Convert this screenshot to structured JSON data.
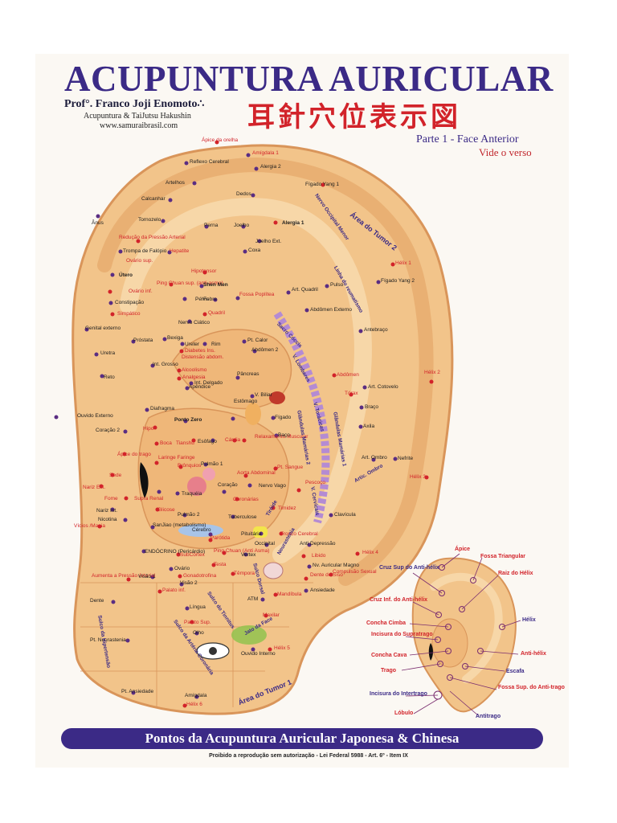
{
  "header": {
    "title": "ACUPUNTURA AURICULAR",
    "author": "Prof°. Franco Joji Enomoto∴",
    "affiliation": "Acupuntura & TaiJutsu Hakushin",
    "website": "www.samuraibrasil.com",
    "kanji_title": "耳針穴位表示図",
    "part": "Parte 1 - Face Anterior",
    "see_back": "Vide o verso"
  },
  "colors": {
    "brand": "#3b2a86",
    "accent": "#d2232a",
    "skin": "#f2c48a",
    "skin_dark": "#d9955a"
  },
  "ear_points": [
    {
      "id": "apice-orelha",
      "label": "Ápice da orelha",
      "red": true
    },
    {
      "id": "amigdala-1",
      "label": "Amígdala 1",
      "red": true
    },
    {
      "id": "reflexo-cerebral",
      "label": "Reflexo Cerebral",
      "red": false
    },
    {
      "id": "alergia-2",
      "label": "Alergia 2",
      "red": false
    },
    {
      "id": "artelhos",
      "label": "Artelhos",
      "red": false
    },
    {
      "id": "calcanhar",
      "label": "Calcanhar",
      "red": false
    },
    {
      "id": "dedos",
      "label": "Dedos",
      "red": false
    },
    {
      "id": "figado-yang-1",
      "label": "Fígado Yang 1",
      "red": false
    },
    {
      "id": "anus",
      "label": "Ânus",
      "red": false
    },
    {
      "id": "tornozelo",
      "label": "Tornozelo",
      "red": false
    },
    {
      "id": "perna",
      "label": "Perna",
      "red": false
    },
    {
      "id": "joelho",
      "label": "Joelho",
      "red": false
    },
    {
      "id": "alergia-1",
      "label": "Alergia 1",
      "red": false
    },
    {
      "id": "reducao-pressao",
      "label": "Redução da Pressão Arterial",
      "red": true
    },
    {
      "id": "trompa",
      "label": "Trompa de Falópio",
      "red": false
    },
    {
      "id": "ovario-sup",
      "label": "Ovário sup.",
      "red": true
    },
    {
      "id": "hepatite",
      "label": "Hepatite",
      "red": true
    },
    {
      "id": "joelho-ext",
      "label": "Joelho Ext.",
      "red": false
    },
    {
      "id": "coxa",
      "label": "Coxa",
      "red": false
    },
    {
      "id": "helix-1",
      "label": "Hélix 1",
      "red": true
    },
    {
      "id": "utero",
      "label": "Útero",
      "red": false
    },
    {
      "id": "hipotensor",
      "label": "Hipotensor",
      "red": true
    },
    {
      "id": "ping-chuan",
      "label": "Ping Chuan sup. (anti-asma)",
      "red": true
    },
    {
      "id": "shen-men",
      "label": "Shen Men",
      "red": false
    },
    {
      "id": "art-quadril",
      "label": "Art. Quadril",
      "red": false
    },
    {
      "id": "pulso",
      "label": "Pulso",
      "red": false
    },
    {
      "id": "figado-yang-2",
      "label": "Fígado Yang 2",
      "red": false
    },
    {
      "id": "ovario-inf",
      "label": "Ovário inf.",
      "red": true
    },
    {
      "id": "constipacao",
      "label": "Constipação",
      "red": false
    },
    {
      "id": "pelvis",
      "label": "Pélvis",
      "red": false
    },
    {
      "id": "febre",
      "label": "Febre",
      "red": false
    },
    {
      "id": "fossa-poplitea",
      "label": "Fossa Poplítea",
      "red": true
    },
    {
      "id": "abdomen-externo",
      "label": "Abdômen Externo",
      "red": false
    },
    {
      "id": "simpatico",
      "label": "Simpático",
      "red": true
    },
    {
      "id": "quadril",
      "label": "Quadril",
      "red": true
    },
    {
      "id": "nervo-ciatico",
      "label": "Nervo Ciático",
      "red": false
    },
    {
      "id": "genital-externo",
      "label": "Genital externo",
      "red": false
    },
    {
      "id": "prostata",
      "label": "Próstata",
      "red": false
    },
    {
      "id": "bexiga",
      "label": "Bexiga",
      "red": false
    },
    {
      "id": "ureter",
      "label": "Ureter",
      "red": false
    },
    {
      "id": "rim",
      "label": "Rim",
      "red": false
    },
    {
      "id": "pt-calor",
      "label": "Pt. Calor",
      "red": false
    },
    {
      "id": "antebraco",
      "label": "Antebraço",
      "red": false
    },
    {
      "id": "uretra",
      "label": "Uretra",
      "red": false
    },
    {
      "id": "diabetes",
      "label": "Diabetes Ins.",
      "red": true
    },
    {
      "id": "distensao",
      "label": "Distensão abdom.",
      "red": true
    },
    {
      "id": "abdomen-2",
      "label": "Abdômen 2",
      "red": false
    },
    {
      "id": "alcoolismo",
      "label": "Alcoolismo",
      "red": true
    },
    {
      "id": "reto",
      "label": "Reto",
      "red": false
    },
    {
      "id": "int-grosso",
      "label": "Int. Grosso",
      "red": false
    },
    {
      "id": "analgesia",
      "label": "Analgesia",
      "red": true
    },
    {
      "id": "int-delgado",
      "label": "Int. Delgado",
      "red": false
    },
    {
      "id": "pancreas",
      "label": "Pâncreas",
      "red": false
    },
    {
      "id": "apendice",
      "label": "Apêndice",
      "red": false
    },
    {
      "id": "v-biliar",
      "label": "V. Biliar",
      "red": false
    },
    {
      "id": "abdomen",
      "label": "Abdômen",
      "red": true
    },
    {
      "id": "helix-2",
      "label": "Hélix 2",
      "red": true
    },
    {
      "id": "art-cotovelo",
      "label": "Art. Cotovelo",
      "red": false
    },
    {
      "id": "torax",
      "label": "Tórax",
      "red": true
    },
    {
      "id": "ouvido-externo",
      "label": "Ouvido Externo",
      "red": false
    },
    {
      "id": "diafragma",
      "label": "Diafragma",
      "red": false
    },
    {
      "id": "ponto-zero",
      "label": "Ponto Zero",
      "red": false
    },
    {
      "id": "estomago",
      "label": "Estômago",
      "red": false
    },
    {
      "id": "figado",
      "label": "Fígado",
      "red": false
    },
    {
      "id": "braco",
      "label": "Braço",
      "red": false
    },
    {
      "id": "coracao-2",
      "label": "Coração 2",
      "red": false
    },
    {
      "id": "hipo",
      "label": "Hipo",
      "red": true
    },
    {
      "id": "relaxamento",
      "label": "Relaxamento Muscular",
      "red": true
    },
    {
      "id": "axila",
      "label": "Axila",
      "red": false
    },
    {
      "id": "boca",
      "label": "Boca",
      "red": true
    },
    {
      "id": "tianshu",
      "label": "Tianshu",
      "red": true
    },
    {
      "id": "esofago",
      "label": "Esôfago",
      "red": false
    },
    {
      "id": "cardia",
      "label": "Cárdia",
      "red": true
    },
    {
      "id": "baco",
      "label": "Baço",
      "red": false
    },
    {
      "id": "apice-trago",
      "label": "Ápice do trago",
      "red": true
    },
    {
      "id": "laringe",
      "label": "Laringe Faringe",
      "red": true
    },
    {
      "id": "art-ombro",
      "label": "Art. Ombro",
      "red": false
    },
    {
      "id": "nefrite",
      "label": "Nefrite",
      "red": false
    },
    {
      "id": "sede",
      "label": "Sede",
      "red": true
    },
    {
      "id": "bronquios",
      "label": "Brônquios",
      "red": true
    },
    {
      "id": "pulmao-1",
      "label": "Pulmão 1",
      "red": false
    },
    {
      "id": "pt-sangue",
      "label": "Pt. Sangue",
      "red": true
    },
    {
      "id": "helix-3",
      "label": "Hélix 3",
      "red": true
    },
    {
      "id": "aorta",
      "label": "Aorta Abdominal",
      "red": true
    },
    {
      "id": "nariz-ext",
      "label": "Nariz Ext.",
      "red": true
    },
    {
      "id": "fome",
      "label": "Fome",
      "red": true
    },
    {
      "id": "supra-renal",
      "label": "Supra Renal",
      "red": true
    },
    {
      "id": "traqueia",
      "label": "Traquéia",
      "red": false
    },
    {
      "id": "coracao",
      "label": "Coração",
      "red": false
    },
    {
      "id": "nervo-vago",
      "label": "Nervo Vago",
      "red": false
    },
    {
      "id": "pescoco",
      "label": "Pescoço",
      "red": true
    },
    {
      "id": "nariz-int",
      "label": "Nariz Int.",
      "red": false
    },
    {
      "id": "glicose",
      "label": "Glicose",
      "red": true
    },
    {
      "id": "coronarias",
      "label": "Coronárias",
      "red": true
    },
    {
      "id": "clavicula",
      "label": "Clavícula",
      "red": false
    },
    {
      "id": "nicotina",
      "label": "Nicotina",
      "red": false
    },
    {
      "id": "pulmao-2",
      "label": "Pulmão 2",
      "red": false
    },
    {
      "id": "tuberculose",
      "label": "Tuberculose",
      "red": false
    },
    {
      "id": "timidez",
      "label": "Timidez",
      "red": true
    },
    {
      "id": "vicios",
      "label": "Vícios /Mania",
      "red": true
    },
    {
      "id": "sanjiao",
      "label": "SanJiao (metabolismo)",
      "red": false
    },
    {
      "id": "cerebro",
      "label": "Cérebro",
      "red": false
    },
    {
      "id": "pituitaria",
      "label": "Pituitária",
      "red": false
    },
    {
      "id": "tronco-cerebral",
      "label": "Tronco Cerebral",
      "red": true
    },
    {
      "id": "anti-depressao",
      "label": "Anti Depressão",
      "red": false
    },
    {
      "id": "endocrino",
      "label": "ENDÓCRINO (Pericárdio)",
      "red": false
    },
    {
      "id": "parotida",
      "label": "Parótida",
      "red": true
    },
    {
      "id": "ping-chuan-2",
      "label": "Ping Chuan (Anti Asma)",
      "red": true
    },
    {
      "id": "occipital",
      "label": "Occipital",
      "red": false
    },
    {
      "id": "libido",
      "label": "Libido",
      "red": true
    },
    {
      "id": "helix-4",
      "label": "Hélix 4",
      "red": true
    },
    {
      "id": "subcortex",
      "label": "SubCórtex",
      "red": true
    },
    {
      "id": "vertex",
      "label": "Vertex",
      "red": false
    },
    {
      "id": "nv-auricular",
      "label": "Nv. Auricular Magno",
      "red": false
    },
    {
      "id": "testa",
      "label": "Testa",
      "red": true
    },
    {
      "id": "compulsao",
      "label": "Compulsão Sexual",
      "red": true
    },
    {
      "id": "aumenta-pressao",
      "label": "Aumenta a Pressão Arterial",
      "red": true
    },
    {
      "id": "visao-1",
      "label": "Visão 1",
      "red": false
    },
    {
      "id": "ovario",
      "label": "Ovário",
      "red": false
    },
    {
      "id": "gonadotrofina",
      "label": "Gonadotrofina",
      "red": true
    },
    {
      "id": "tempora",
      "label": "Têmpora",
      "red": true
    },
    {
      "id": "dente-sisu",
      "label": "Dente do Siso",
      "red": true
    },
    {
      "id": "visao-2",
      "label": "Visão 2",
      "red": false
    },
    {
      "id": "palato-inf",
      "label": "Palato inf.",
      "red": true
    },
    {
      "id": "ansiedade",
      "label": "Ansiedade",
      "red": false
    },
    {
      "id": "mandibula",
      "label": "Mandíbula",
      "red": true
    },
    {
      "id": "dente",
      "label": "Dente",
      "red": false
    },
    {
      "id": "lingua",
      "label": "Língua",
      "red": false
    },
    {
      "id": "atm",
      "label": "ATM",
      "red": false
    },
    {
      "id": "palato-sup",
      "label": "Palato Sup.",
      "red": true
    },
    {
      "id": "maxilar",
      "label": "Maxilar",
      "red": true
    },
    {
      "id": "pt-neurastenia",
      "label": "Pt. Neurastenia",
      "red": false
    },
    {
      "id": "olho",
      "label": "Olho",
      "red": false
    },
    {
      "id": "ouvido-interno",
      "label": "Ouvido Interno",
      "red": false
    },
    {
      "id": "helix-5",
      "label": "Hélix 5",
      "red": true
    },
    {
      "id": "pt-ansiedade",
      "label": "Pt. Ansiedade",
      "red": false
    },
    {
      "id": "amigdala",
      "label": "Amígdala",
      "red": false
    },
    {
      "id": "helix-6",
      "label": "Hélix 6",
      "red": true
    }
  ],
  "area_labels": [
    {
      "id": "area-tumor-2",
      "label": "Área do Tumor 2"
    },
    {
      "id": "area-tumor-1",
      "label": "Área do Tumor 1"
    },
    {
      "id": "nervo-occipital-menor",
      "label": "Nervo Occipital Menor"
    },
    {
      "id": "linha-reumatismo",
      "label": "Linha do reumatismo"
    },
    {
      "id": "sulco-hipertensao",
      "label": "Sulco da Hipertensão"
    },
    {
      "id": "sulco-tinnitus",
      "label": "Sulco do Tinnitus"
    },
    {
      "id": "sulco-arteria-coronaria",
      "label": "Sulco da Artéria Coronária"
    },
    {
      "id": "vert-lombares",
      "label": "V. Lombares"
    },
    {
      "id": "vert-toracicas",
      "label": "V. Torácicas"
    },
    {
      "id": "vert-cervicais",
      "label": "V. Cervicais"
    },
    {
      "id": "vert-sacro",
      "label": "Sacro Cóccix"
    },
    {
      "id": "glandulas-mamarias-1",
      "label": "Glândulas Mamárias 1"
    },
    {
      "id": "glandulas-mamarias-2",
      "label": "Glândulas Mamárias 2"
    },
    {
      "id": "neurastenia",
      "label": "Neurastenia"
    },
    {
      "id": "area-sulco-dorsal",
      "label": "Sulco Dorsal"
    },
    {
      "id": "ponto-tiroide",
      "label": "Tiróide"
    },
    {
      "id": "artic-ombro",
      "label": "Artic. Ombro"
    },
    {
      "id": "jato-face",
      "label": "Jato da Face"
    }
  ],
  "anatomy_legend": [
    {
      "id": "apice",
      "label": "Ápice"
    },
    {
      "id": "fossa-triangular",
      "label": "Fossa Triangular"
    },
    {
      "id": "cruz-sup",
      "label": "Cruz Sup do Anti-hélix"
    },
    {
      "id": "raiz-helix",
      "label": "Raiz do Hélix"
    },
    {
      "id": "cruz-inf",
      "label": "Cruz Inf. do Anti-hélix"
    },
    {
      "id": "concha-cimba",
      "label": "Concha Cimba"
    },
    {
      "id": "helix",
      "label": "Hélix"
    },
    {
      "id": "incisura-supratrago",
      "label": "Incisura do Supratrago"
    },
    {
      "id": "anti-helix",
      "label": "Anti-hélix"
    },
    {
      "id": "concha-cava",
      "label": "Concha Cava"
    },
    {
      "id": "escafa",
      "label": "Escafa"
    },
    {
      "id": "trago",
      "label": "Trago"
    },
    {
      "id": "fossa-sup-antitrago",
      "label": "Fossa Sup. do Anti-trago"
    },
    {
      "id": "incisura-intertrago",
      "label": "Incisura do Intertrago"
    },
    {
      "id": "antitrago",
      "label": "Antitrago"
    },
    {
      "id": "lobulo",
      "label": "Lóbulo"
    }
  ],
  "banner": "Pontos da Acupuntura Auricular Japonesa & Chinesa",
  "footer": "Proibido a reprodução sem autorização - Lei Federal 5988 - Art. 6º - Item IX"
}
